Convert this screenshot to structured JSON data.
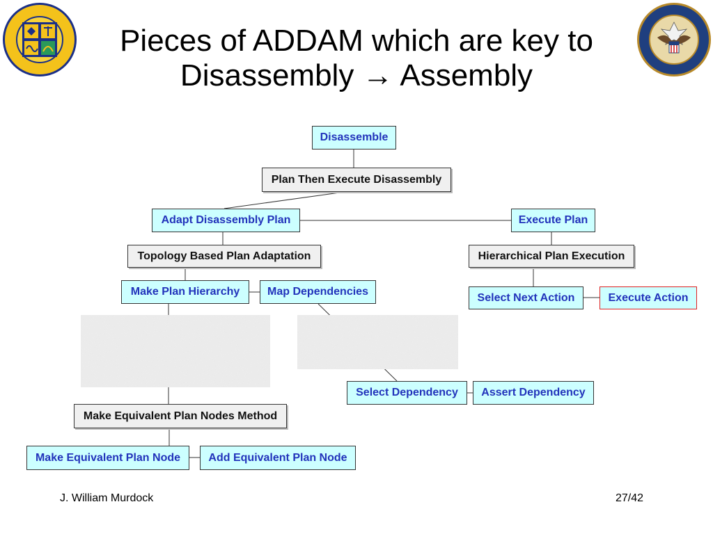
{
  "title": {
    "line1": "Pieces of ADDAM which are key to",
    "line2_pre": "Disassembly ",
    "arrow": "→",
    "line2_post": " Assembly"
  },
  "nodes": {
    "disassemble": "Disassemble",
    "plan_then_execute": "Plan Then Execute Disassembly",
    "adapt_plan": "Adapt Disassembly Plan",
    "execute_plan": "Execute Plan",
    "topology_adaptation": "Topology Based Plan Adaptation",
    "hierarchical_execution": "Hierarchical Plan Execution",
    "make_hierarchy": "Make Plan Hierarchy",
    "map_dependencies": "Map Dependencies",
    "select_next_action": "Select Next Action",
    "execute_action": "Execute Action",
    "select_dependency": "Select Dependency",
    "assert_dependency": "Assert Dependency",
    "equiv_method": "Make Equivalent Plan Nodes Method",
    "make_equiv_node": "Make Equivalent Plan Node",
    "add_equiv_node": "Add Equivalent Plan Node"
  },
  "footer": {
    "author": "J. William Murdock",
    "page": "27/42"
  },
  "colors": {
    "task_fill": "#ccffff",
    "task_text": "#2233bb",
    "method_fill": "#f0f0f0",
    "highlight_border": "#dd2222"
  }
}
